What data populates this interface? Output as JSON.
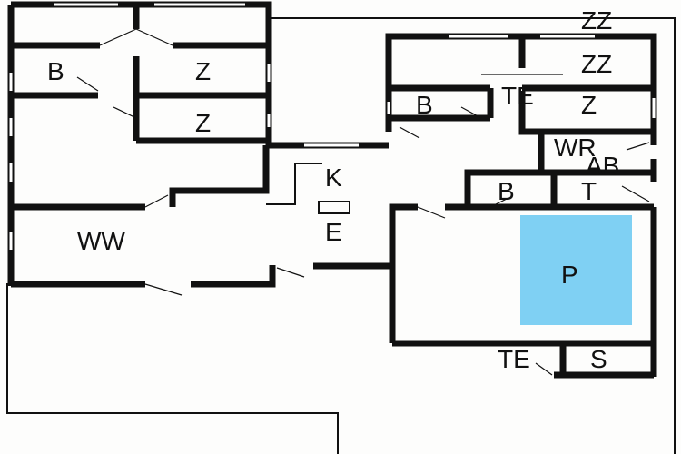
{
  "title": "Floor plan",
  "pool_color": "#7fd0f3",
  "rooms": {
    "outer_zz": "ZZ",
    "left_b": "B",
    "left_z1": "Z",
    "left_z2": "Z",
    "kitchen": "K",
    "entrance": "E",
    "living": "WW",
    "right_zz": "ZZ",
    "right_b": "B",
    "right_te": "TE",
    "right_z": "Z",
    "wr": "WR",
    "ab": "AB",
    "lower_b": "B",
    "t": "T",
    "pool": "P",
    "lower_te": "TE",
    "sauna": "S"
  }
}
